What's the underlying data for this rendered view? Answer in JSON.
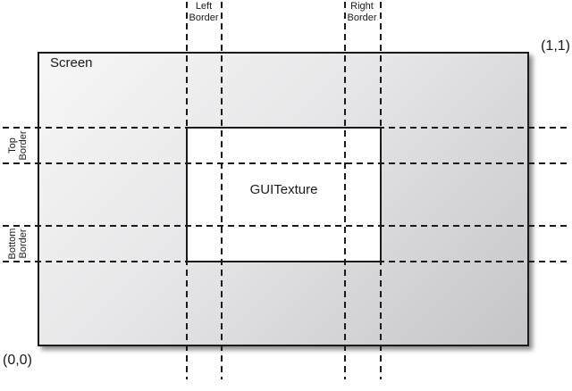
{
  "diagram": {
    "screen": {
      "label": "Screen",
      "coord_top_right": "(1,1)",
      "coord_bottom_left": "(0,0)"
    },
    "texture": {
      "label": "GUITexture"
    },
    "borders": {
      "left": {
        "line1": "Left",
        "line2": "Border"
      },
      "right": {
        "line1": "Right",
        "line2": "Border"
      },
      "top": {
        "line1": "Top",
        "line2": "Border"
      },
      "bottom": {
        "line1": "Bottom",
        "line2": "Border"
      }
    },
    "colors": {
      "line": "#1a1a1a",
      "screen_gradient_start": "#f7f7f7",
      "screen_gradient_end": "#c5c5c8",
      "texture_fill": "#ffffff"
    }
  }
}
